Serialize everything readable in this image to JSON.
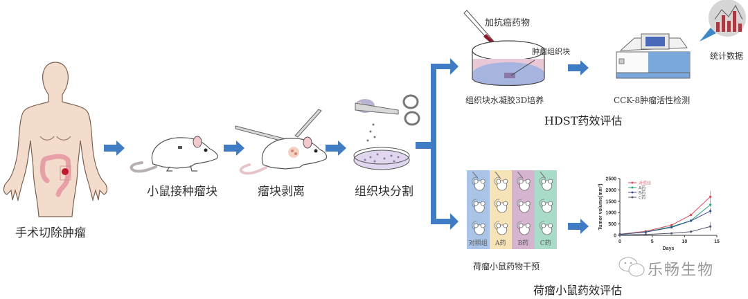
{
  "steps": {
    "surgery": {
      "label": "手术切除肿瘤"
    },
    "implant": {
      "label": "小鼠接种瘤块"
    },
    "strip": {
      "label": "瘤块剥离"
    },
    "segment": {
      "label": "组织块分割"
    }
  },
  "hdst": {
    "title": "HDST药效评估",
    "drug_label": "加抗癌药物",
    "tissue_label": "肿瘤组织块",
    "culture_label": "组织块水凝胶3D培养",
    "detect_label": "CCK-8肿瘤活性检测",
    "stats_label": "统计数据"
  },
  "mouse_eval": {
    "title": "荷瘤小鼠药效评估",
    "intervention_label": "荷瘤小鼠药物干预",
    "groups": [
      {
        "label": "对照组",
        "color": "#a9c4e6"
      },
      {
        "label": "A药",
        "color": "#f7e3b8"
      },
      {
        "label": "B药",
        "color": "#d4b4cf"
      },
      {
        "label": "C药",
        "color": "#a8dcc8"
      }
    ]
  },
  "watermark": {
    "text": "乐畅生物"
  },
  "colors": {
    "arrow": "#3f7cc4",
    "skin": "#f3dccb",
    "tumor": "#c0182c"
  },
  "chart_data": {
    "type": "line",
    "title": "",
    "xlabel": "Days",
    "ylabel": "Tumor volume(mm³)",
    "xlim": [
      0,
      15
    ],
    "ylim": [
      0,
      2500
    ],
    "xticks": [
      "0",
      "5",
      "10",
      "15"
    ],
    "yticks": [
      "0",
      "500",
      "1000",
      "1500",
      "2000",
      "2500"
    ],
    "x": [
      0,
      4,
      8,
      11,
      14
    ],
    "legend_position": "top-left",
    "series": [
      {
        "name": "对照组",
        "color": "#d64b5a",
        "values": [
          50,
          180,
          450,
          900,
          1700
        ],
        "errors": [
          10,
          30,
          40,
          70,
          260
        ]
      },
      {
        "name": "A药",
        "color": "#2aa67e",
        "values": [
          40,
          150,
          380,
          650,
          1350
        ],
        "errors": [
          10,
          20,
          30,
          50,
          120
        ]
      },
      {
        "name": "B药",
        "color": "#3d4f8f",
        "values": [
          40,
          140,
          350,
          640,
          1070
        ],
        "errors": [
          10,
          20,
          30,
          40,
          120
        ]
      },
      {
        "name": "C药",
        "color": "#555a70",
        "values": [
          20,
          40,
          90,
          160,
          390
        ],
        "errors": [
          5,
          10,
          15,
          20,
          180
        ]
      }
    ]
  }
}
